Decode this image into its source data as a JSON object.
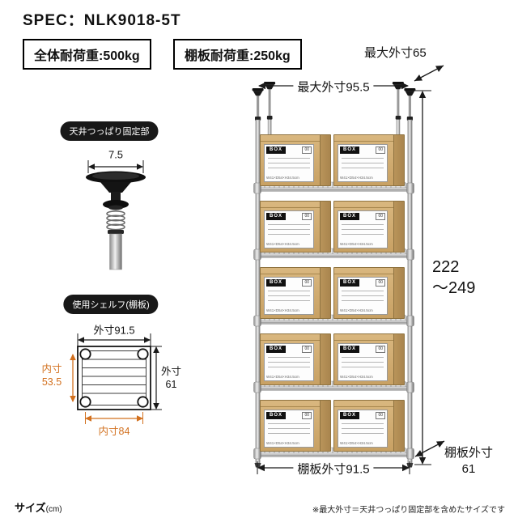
{
  "header": {
    "title": "SPEC：NLK9018-5T",
    "total_load": "全体耐荷重:500kg",
    "shelf_load": "棚板耐荷重:250kg"
  },
  "rack": {
    "shelf_count": 5,
    "boxes_per_shelf": 2
  },
  "rack_dimensions": {
    "max_depth": "最大外寸65",
    "max_width": "最大外寸95.5",
    "height_range": "222\n〜249",
    "shelf_depth": "棚板外寸\n61",
    "shelf_width": "棚板外寸91.5"
  },
  "ceiling_mount": {
    "title": "天井つっぱり固定部",
    "cap_width": "7.5"
  },
  "shelf_detail": {
    "title": "使用シェルフ(棚板)",
    "outer_width": "外寸91.5",
    "inner_depth": "内寸\n53.5",
    "outer_depth": "外寸\n61",
    "inner_width": "内寸84"
  },
  "box_label": {
    "title": "BOX",
    "code": "00",
    "size": "W41×D54×H34.5cm"
  },
  "footer": {
    "size_label": "サイズ",
    "size_unit": "(cm)",
    "note": "※最大外寸＝天井つっぱり固定部を含めたサイズです"
  },
  "colors": {
    "accent_orange": "#d2701e",
    "box_kraft": "#cfa870",
    "pill_black": "#181818"
  }
}
